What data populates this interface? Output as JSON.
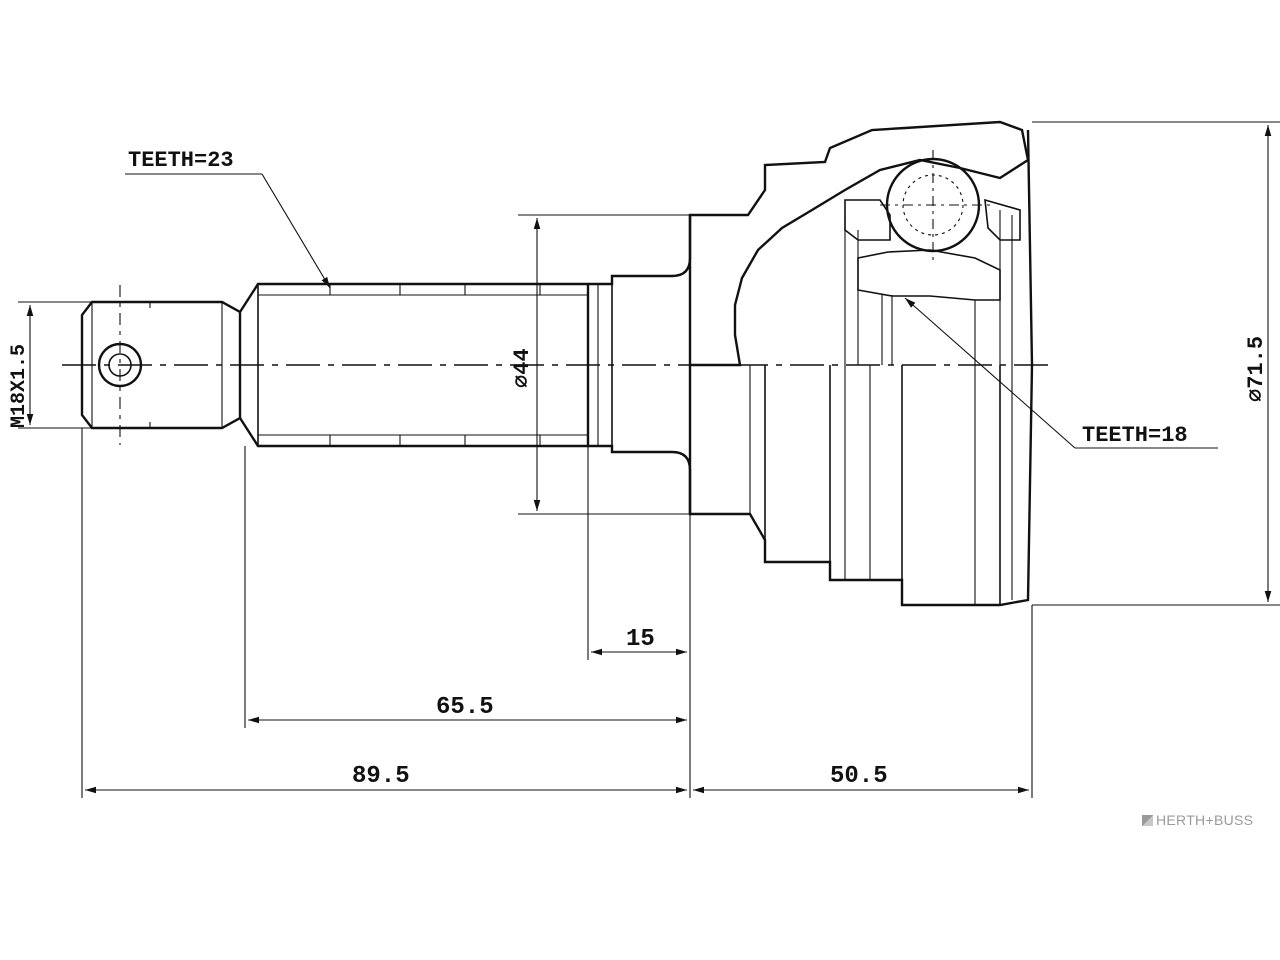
{
  "labels": {
    "teeth_outer": "TEETH=23",
    "teeth_inner": "TEETH=18",
    "thread": "M18X1.5",
    "diameter_shaft": "⌀44",
    "diameter_bell": "⌀71.5",
    "dim_15": "15",
    "dim_65_5": "65.5",
    "dim_89_5": "89.5",
    "dim_50_5": "50.5"
  },
  "brand": {
    "name": "HERTH+BUSS",
    "logo_icon": "herth-buss-logo-icon"
  },
  "colors": {
    "line": "#111111",
    "brand": "#9a9a9a"
  }
}
